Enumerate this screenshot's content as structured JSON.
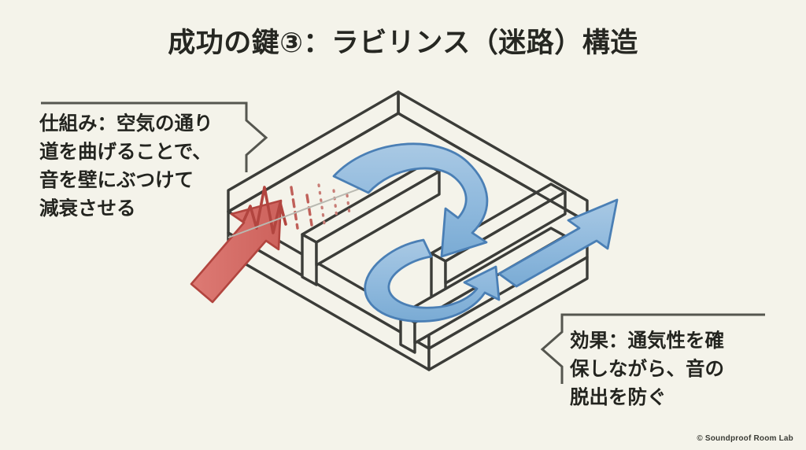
{
  "slide": {
    "background_color": "#f4f3ea",
    "title": "成功の鍵③：ラビリンス（迷路）構造"
  },
  "callouts": {
    "left": {
      "name": "mechanism",
      "text": "仕組み：空気の通り\n道を曲げることで、\n音を壁にぶつけて\n減衰させる",
      "tail_direction": "right"
    },
    "right": {
      "name": "effect",
      "text": "効果：通気性を確\n保しながら、音の\n脱出を防ぐ",
      "tail_direction": "left"
    }
  },
  "diagram": {
    "name": "labyrinth-vent-isometric",
    "line_color": "#3b3c38",
    "wall_fill": "#f4f3ea",
    "sound_arrow": {
      "label": "incoming-sound",
      "color_fill": "#d96b66",
      "color_stroke": "#b2453f",
      "direction": "up-right"
    },
    "sound_wave": {
      "label": "sound-wave-attenuating",
      "color": "#b2453f",
      "style": "zigzag-then-dashed-then-dotted"
    },
    "air_arrows": [
      {
        "label": "airflow-inlet-turn-1",
        "color_fill": "#8fb9dd",
        "color_stroke": "#4a7fb5",
        "shape": "u-turn-clockwise"
      },
      {
        "label": "airflow-turn-2",
        "color_fill": "#8fb9dd",
        "color_stroke": "#4a7fb5",
        "shape": "u-turn-counterclockwise"
      },
      {
        "label": "airflow-outlet",
        "color_fill": "#8fb9dd",
        "color_stroke": "#4a7fb5",
        "shape": "straight-up-right"
      }
    ]
  },
  "footer": {
    "credit": "© Soundproof Room Lab"
  }
}
